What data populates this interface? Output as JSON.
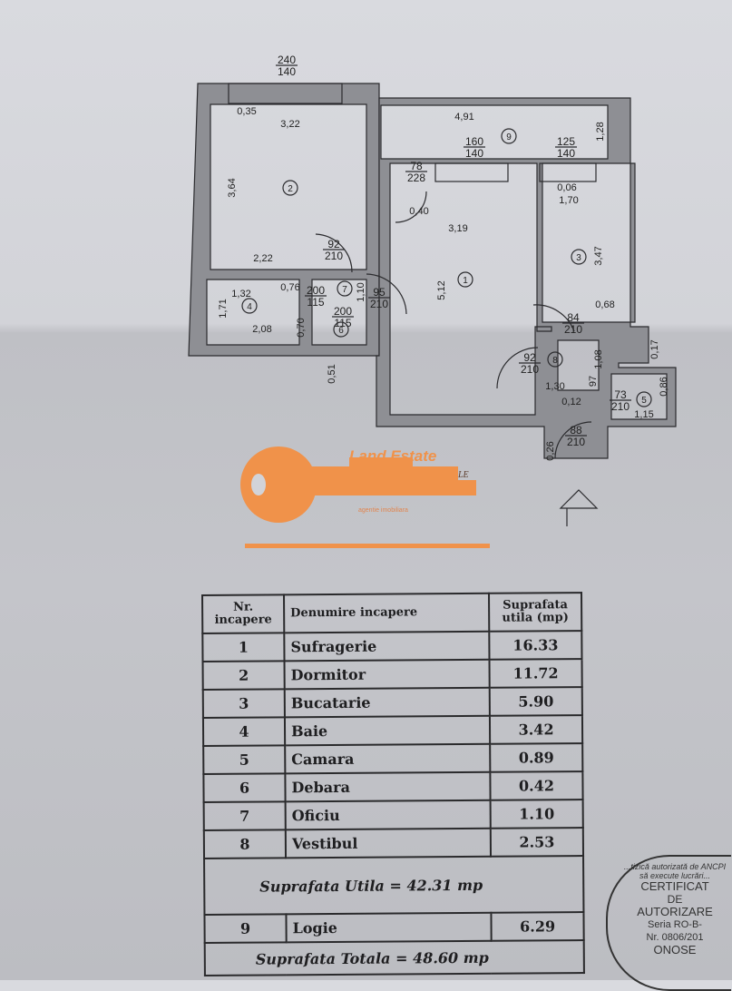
{
  "plan": {
    "openings": [
      {
        "top": "240",
        "bottom": "140"
      },
      {
        "top": "160",
        "bottom": "140"
      },
      {
        "top": "125",
        "bottom": "140"
      },
      {
        "top": "78",
        "bottom": "228"
      },
      {
        "top": "92",
        "bottom": "210"
      },
      {
        "top": "200",
        "bottom": "115"
      },
      {
        "top": "95",
        "bottom": "210"
      },
      {
        "top": "200",
        "bottom": "115"
      },
      {
        "top": "84",
        "bottom": "210"
      },
      {
        "top": "92",
        "bottom": "210"
      },
      {
        "top": "73",
        "bottom": "210"
      },
      {
        "top": "88",
        "bottom": "210"
      }
    ],
    "dimensions": [
      "0,35",
      "3,22",
      "4,91",
      "1,28",
      "3,64",
      "0,06",
      "1,70",
      "0,40",
      "3,19",
      "3,47",
      "2,22",
      "5,12",
      "1,32",
      "0,76",
      "1,10",
      "1,71",
      "0,68",
      "2,08",
      "0,70",
      "0,51",
      "1,08",
      "0,17",
      "1,30",
      "0,12",
      "97",
      "0,86",
      "1,15",
      "0,26"
    ],
    "room_numbers": [
      "1",
      "2",
      "3",
      "4",
      "5",
      "6",
      "7",
      "8",
      "9"
    ]
  },
  "logo": {
    "brand": "Land Estate",
    "tagline": "agentie imobiliara",
    "monogram": "LE",
    "color": "#f0924a"
  },
  "table": {
    "headers": {
      "nr": "Nr. incapere",
      "name": "Denumire incapere",
      "area": "Suprafata utila (mp)"
    },
    "rows": [
      {
        "nr": "1",
        "name": "Sufragerie",
        "area": "16.33"
      },
      {
        "nr": "2",
        "name": "Dormitor",
        "area": "11.72"
      },
      {
        "nr": "3",
        "name": "Bucatarie",
        "area": "5.90"
      },
      {
        "nr": "4",
        "name": "Baie",
        "area": "3.42"
      },
      {
        "nr": "5",
        "name": "Camara",
        "area": "0.89"
      },
      {
        "nr": "6",
        "name": "Debara",
        "area": "0.42"
      },
      {
        "nr": "7",
        "name": "Oficiu",
        "area": "1.10"
      },
      {
        "nr": "8",
        "name": "Vestibul",
        "area": "2.53"
      }
    ],
    "subtotal": "Suprafata Utila   = 42.31 mp",
    "logia": {
      "nr": "9",
      "name": "Logie",
      "area": "6.29"
    },
    "total": "Suprafata Totala   = 48.60 mp"
  },
  "stamp": {
    "ring": "...tizică autorizată de ANCPI să execute lucrări...",
    "line1": "CERTIFICAT",
    "line2": "DE",
    "line3": "AUTORIZARE",
    "line4": "Seria RO-B-",
    "line5": "Nr. 0806/201",
    "line6": "ONOSE"
  }
}
